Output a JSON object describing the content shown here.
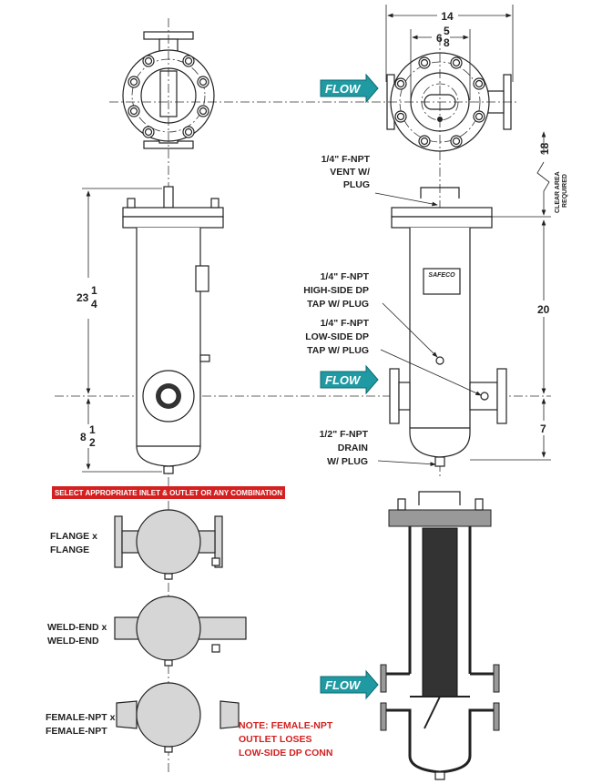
{
  "dimensions": {
    "overall_width": "14",
    "inner_width_whole": "6",
    "inner_width_num": "5",
    "inner_width_den": "8",
    "height_whole": "23",
    "height_num": "1",
    "height_den": "4",
    "bottom_whole": "8",
    "bottom_num": "1",
    "bottom_den": "2",
    "clearance": "18",
    "clear_area_line1": "CLEAR AREA",
    "clear_area_line2": "REQUIRED",
    "top_to_inlet": "20",
    "inlet_to_drain": "7"
  },
  "flow_label": "FLOW",
  "brand": "SAFECO",
  "callouts": {
    "vent": [
      "1/4\" F-NPT",
      "VENT W/",
      "PLUG"
    ],
    "high_side": [
      "1/4\" F-NPT",
      "HIGH-SIDE DP",
      "TAP W/ PLUG"
    ],
    "low_side": [
      "1/4\" F-NPT",
      "LOW-SIDE DP",
      "TAP W/ PLUG"
    ],
    "drain": [
      "1/2\" F-NPT",
      "DRAIN",
      "W/ PLUG"
    ]
  },
  "banner": {
    "text": "SELECT APPROPRIATE INLET & OUTLET OR ANY COMBINATION",
    "color": "#d42020"
  },
  "variants": [
    {
      "line1": "FLANGE x",
      "line2": "FLANGE"
    },
    {
      "line1": "WELD-END x",
      "line2": "WELD-END"
    },
    {
      "line1": "FEMALE-NPT x",
      "line2": "FEMALE-NPT"
    }
  ],
  "note": [
    "NOTE: FEMALE-NPT",
    "OUTLET LOSES",
    "LOW-SIDE DP CONN"
  ],
  "colors": {
    "flow_arrow": "#1f9aa3",
    "note": "#d42020"
  }
}
